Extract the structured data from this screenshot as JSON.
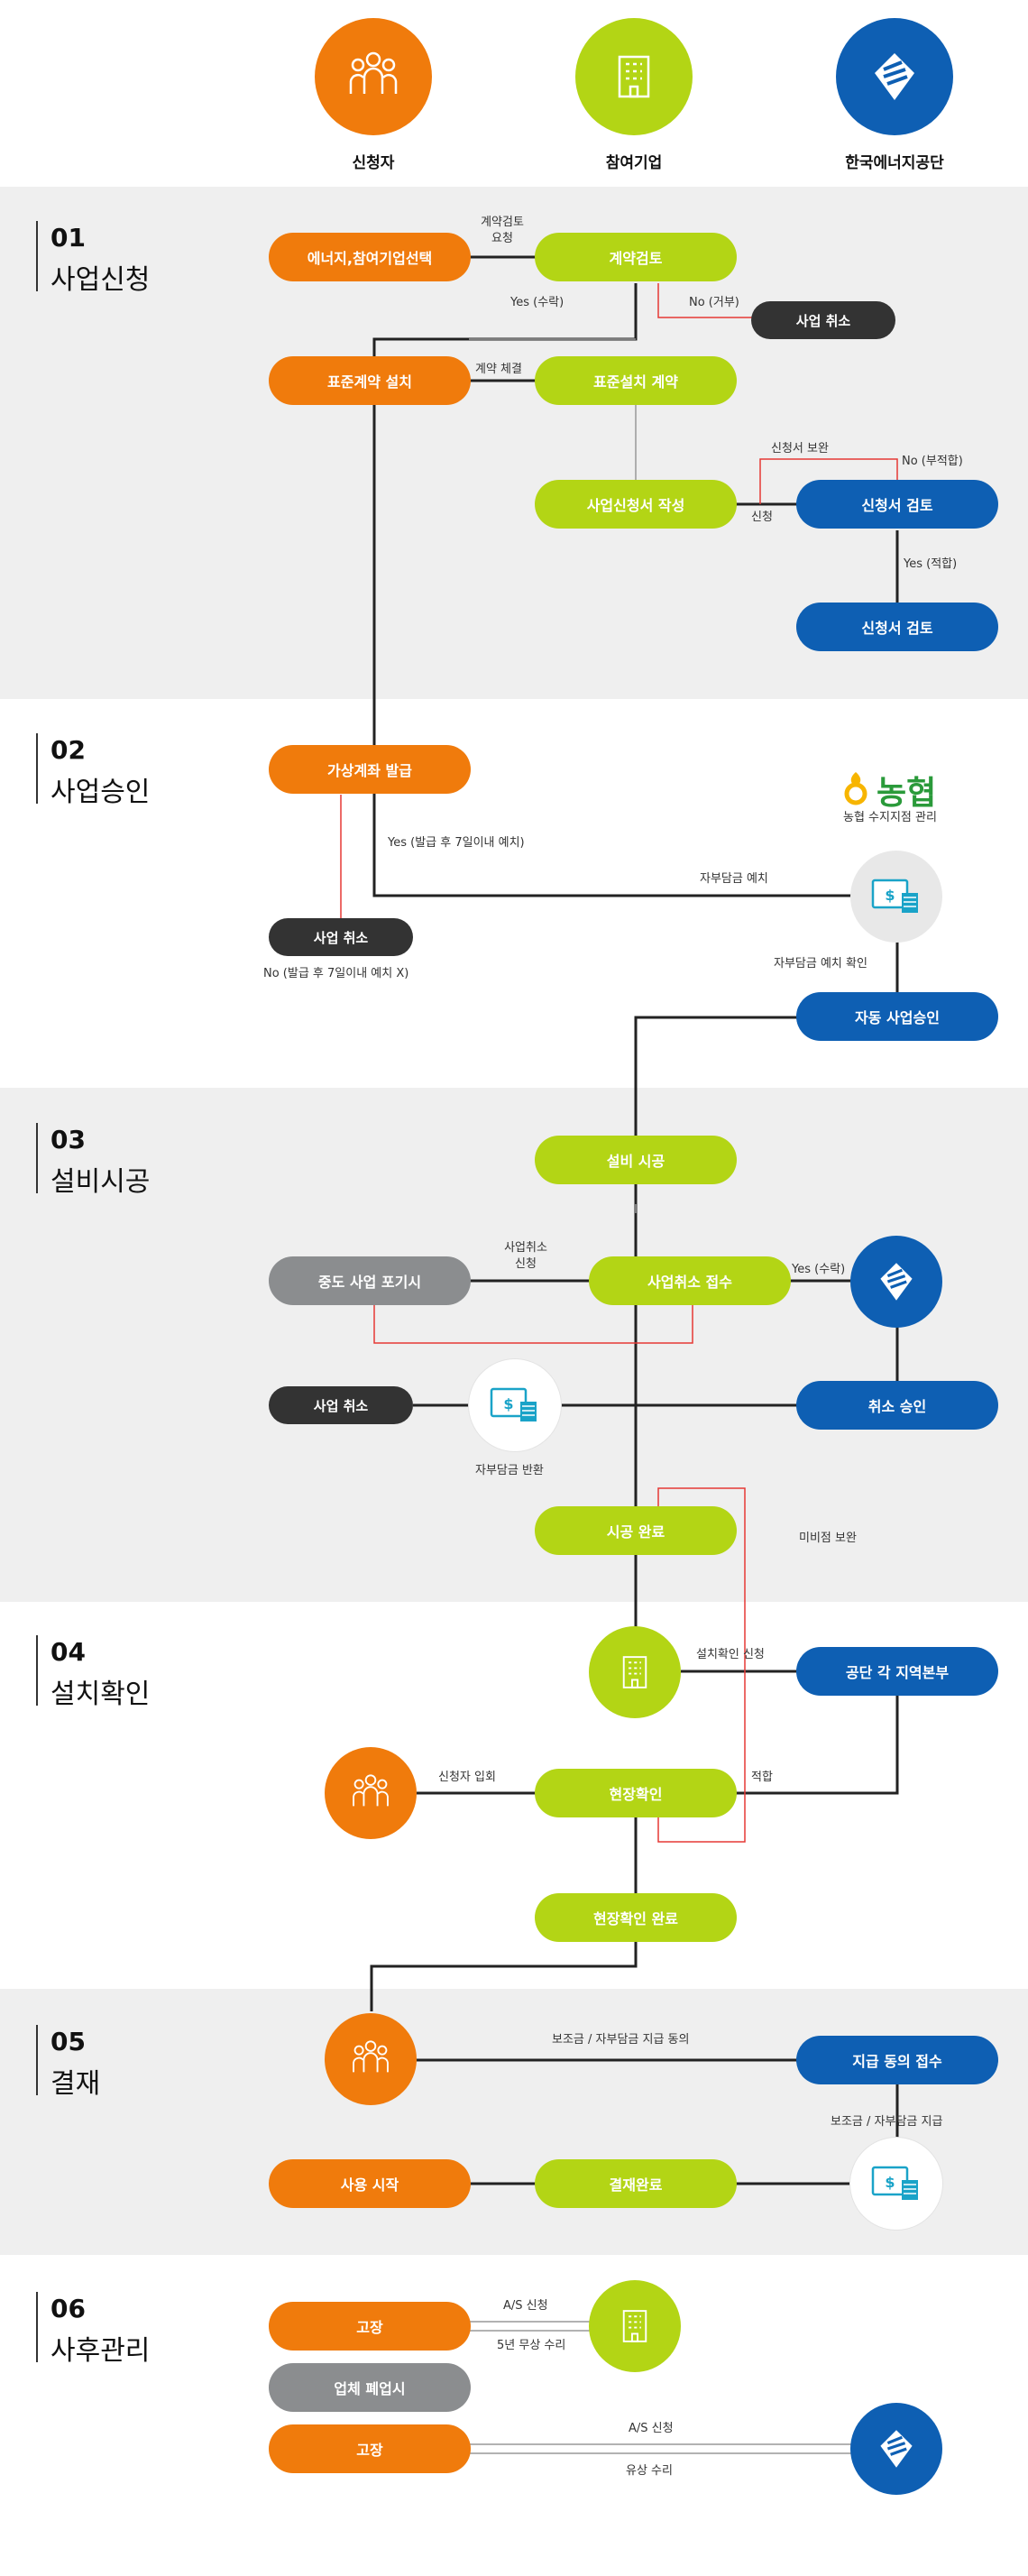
{
  "header": {
    "actors": [
      {
        "label": "신청자",
        "icon": "people-icon"
      },
      {
        "label": "참여기업",
        "icon": "building-icon"
      },
      {
        "label": "한국에너지공단",
        "icon": "energy-agency-logo-icon"
      }
    ]
  },
  "sections": [
    {
      "num": "01",
      "title": "사업신청"
    },
    {
      "num": "02",
      "title": "사업승인"
    },
    {
      "num": "03",
      "title": "설비시공"
    },
    {
      "num": "04",
      "title": "설치확인"
    },
    {
      "num": "05",
      "title": "결재"
    },
    {
      "num": "06",
      "title": "사후관리"
    }
  ],
  "s1": {
    "energy_select": "에너지,참여기업선택",
    "contract_review": "계약검토",
    "cancel": "사업 취소",
    "standard_install": "표준계약 설치",
    "standard_contract": "표준설치 계약",
    "write_app": "사업신청서 작성",
    "review_app": "신청서 검토",
    "review_app2": "신청서 검토",
    "lbl_request": "계약검토\n요청",
    "lbl_yes": "Yes (수락)",
    "lbl_no": "No (거부)",
    "lbl_sign": "계약 체결",
    "lbl_supplement": "신청서 보완",
    "lbl_no_fit": "No (부적합)",
    "lbl_apply": "신청",
    "lbl_yes_fit": "Yes (적합)"
  },
  "s2": {
    "virtual_account": "가상계좌 발급",
    "cancel": "사업 취소",
    "nh_brand": "농협",
    "nh_caption": "농협 수지지점 관리",
    "auto_approve": "자동 사업승인",
    "lbl_yes": "Yes (발급 후 7일이내 예치)",
    "lbl_no": "No (발급 후 7일이내 예치 X)",
    "lbl_deposit": "자부담금 예치",
    "lbl_deposit_confirm": "자부담금 예치 확인"
  },
  "s3": {
    "construct": "설비 시공",
    "abandon": "중도 사업 포기시",
    "cancel_receive": "사업취소 접수",
    "cancel": "사업 취소",
    "cancel_approve": "취소 승인",
    "complete": "시공 완료",
    "lbl_cancel_apply": "사업취소\n신청",
    "lbl_yes": "Yes (수락)",
    "lbl_refund": "자부담금 반환",
    "lbl_fix": "미비점 보완"
  },
  "s4": {
    "regional": "공단 각 지역본부",
    "site_check": "현장확인",
    "site_done": "현장확인 완료",
    "lbl_install_request": "설치확인 신청",
    "lbl_attend": "신청자 입회",
    "lbl_fit": "적합"
  },
  "s5": {
    "payment_receive": "지급 동의 접수",
    "start_use": "사용 시작",
    "pay_done": "결재완료",
    "lbl_agree": "보조금 / 자부담금 지급 동의",
    "lbl_pay": "보조금 / 자부담금 지급"
  },
  "s6": {
    "fault1": "고장",
    "company_closed": "업체 폐업시",
    "fault2": "고장",
    "lbl_as1": "A/S 신청",
    "lbl_free": "5년 무상 수리",
    "lbl_as2": "A/S 신청",
    "lbl_paid": "유상 수리"
  },
  "colors": {
    "orange": "#f07b0c",
    "green": "#b3d515",
    "blue": "#0e5fb3",
    "dark": "#333333",
    "gray": "#8b8d8f",
    "red": "#e53935",
    "band": "#efefef"
  }
}
